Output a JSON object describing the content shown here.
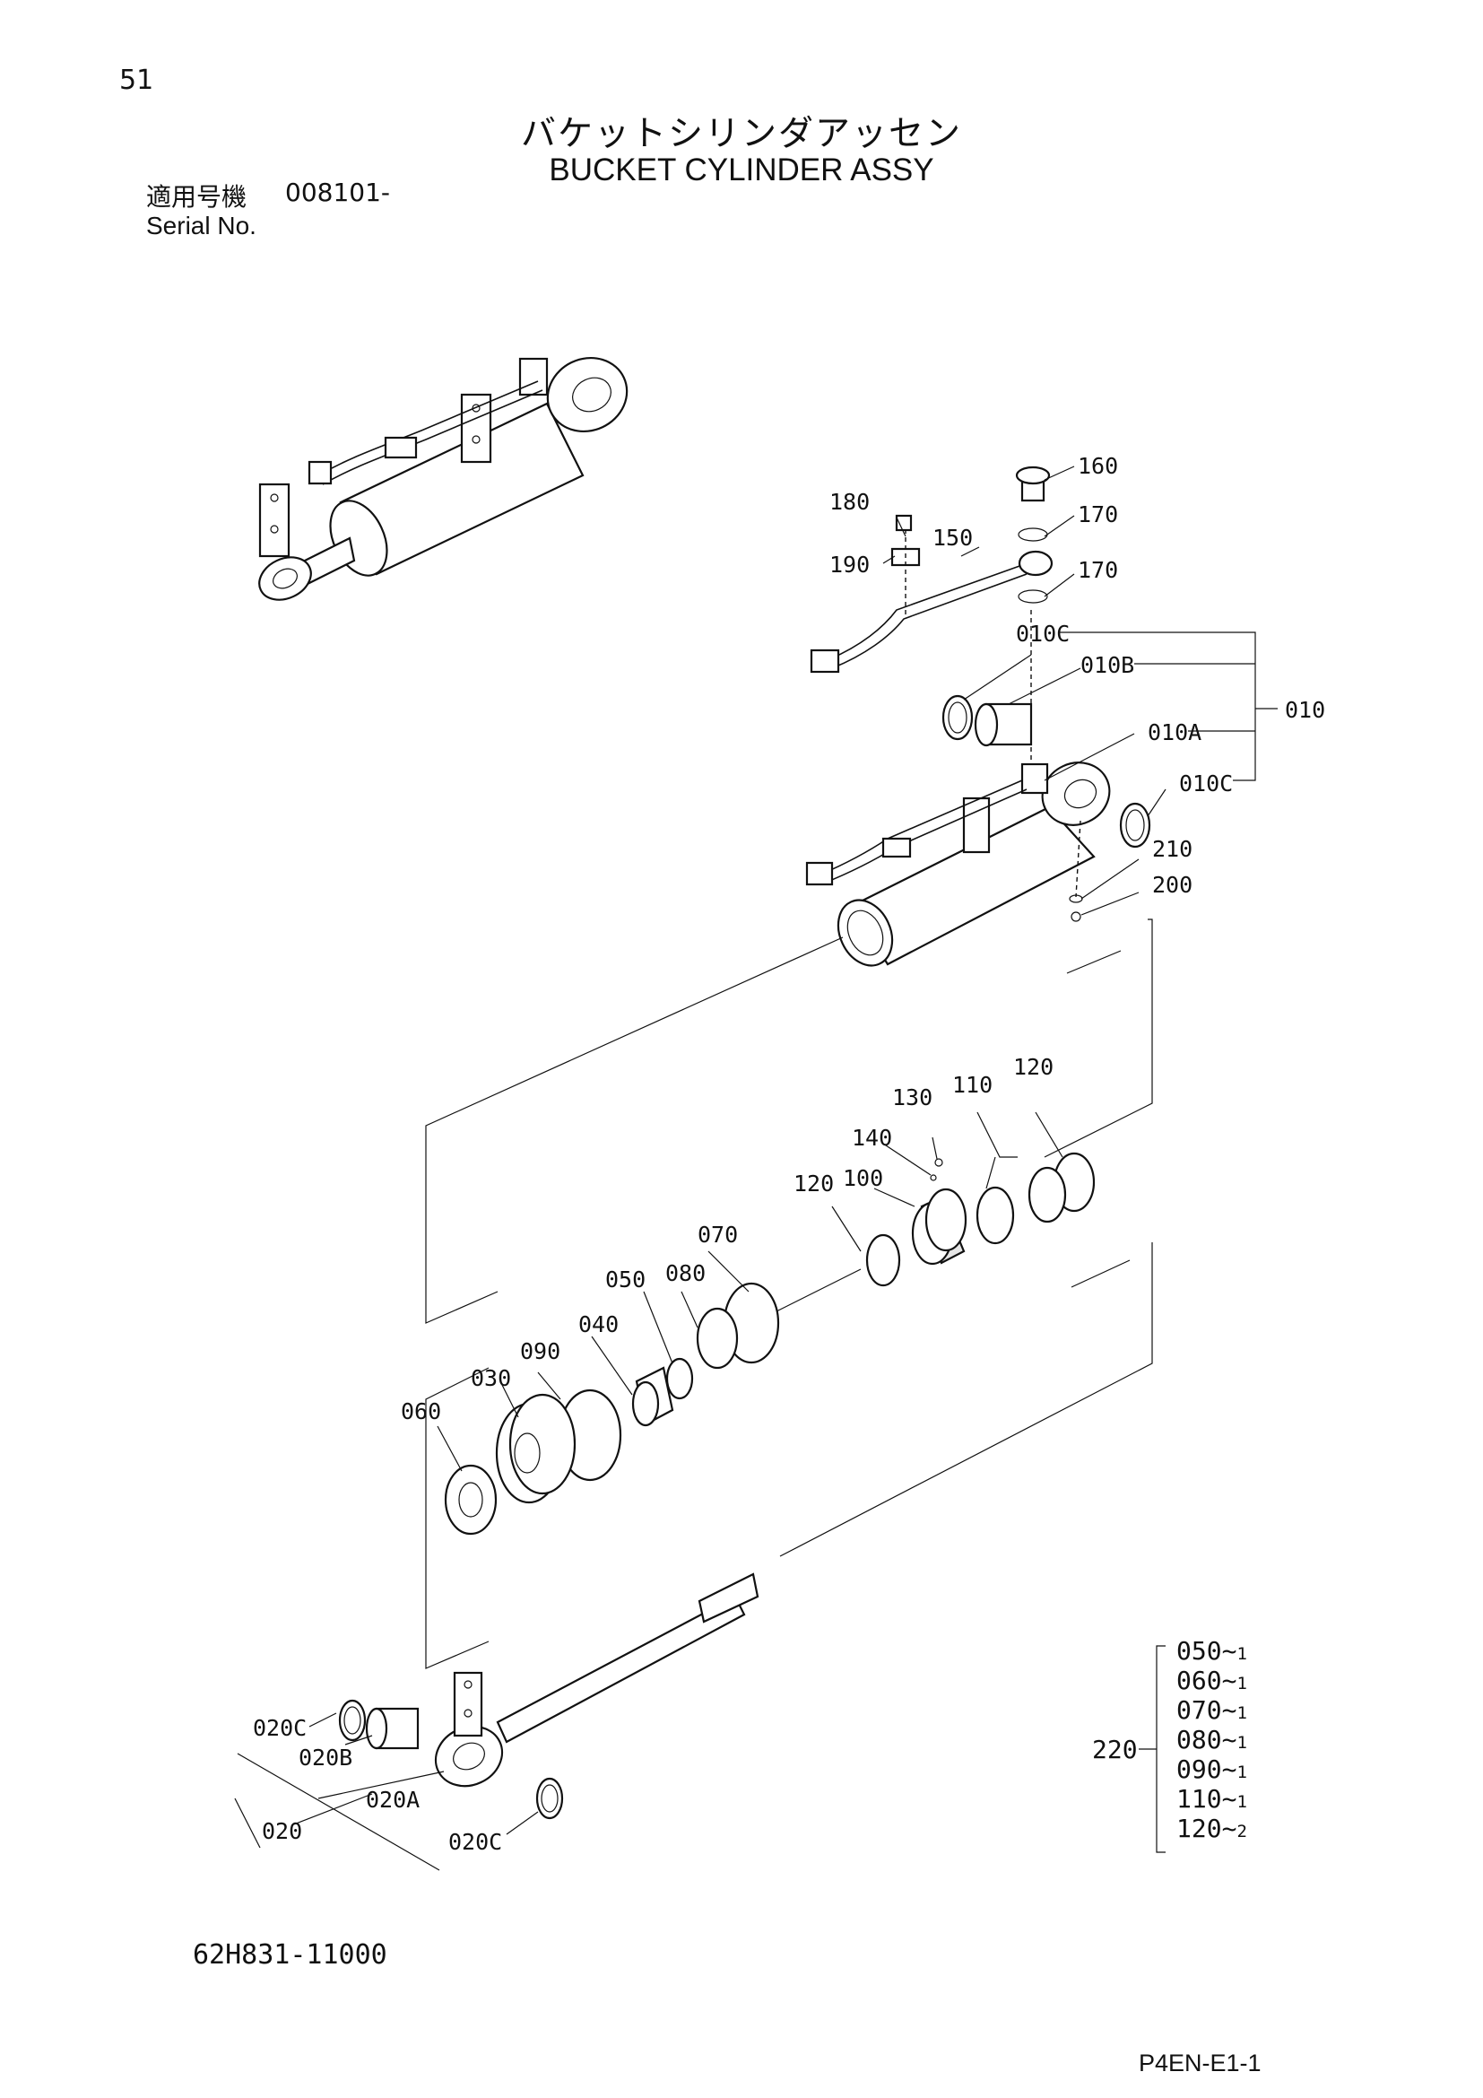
{
  "page": {
    "number": "51",
    "sheet_code": "P4EN-E1-1",
    "document_code": "62H831-11000"
  },
  "title": {
    "japanese": "バケットシリンダアッセン",
    "english": "BUCKET CYLINDER ASSY"
  },
  "serial": {
    "label_jp": "適用号機",
    "value": "008101-",
    "label_en": "Serial No."
  },
  "callouts": {
    "p160": "160",
    "p170a": "170",
    "p170b": "170",
    "p180": "180",
    "p190": "190",
    "p150": "150",
    "p010C_top": "010C",
    "p010B": "010B",
    "p010A": "010A",
    "p010C_bot": "010C",
    "p010": "010",
    "p210": "210",
    "p200": "200",
    "p130": "130",
    "p110": "110",
    "p120_top": "120",
    "p140": "140",
    "p100": "100",
    "p120_mid": "120",
    "p070": "070",
    "p050": "050",
    "p080": "080",
    "p040": "040",
    "p090": "090",
    "p030": "030",
    "p060": "060",
    "p020C_top": "020C",
    "p020B": "020B",
    "p020A": "020A",
    "p020": "020",
    "p020C_bot": "020C"
  },
  "seal_kit": {
    "number": "220",
    "items": [
      {
        "part": "050",
        "qty": "1"
      },
      {
        "part": "060",
        "qty": "1"
      },
      {
        "part": "070",
        "qty": "1"
      },
      {
        "part": "080",
        "qty": "1"
      },
      {
        "part": "090",
        "qty": "1"
      },
      {
        "part": "110",
        "qty": "1"
      },
      {
        "part": "120",
        "qty": "2"
      }
    ]
  }
}
